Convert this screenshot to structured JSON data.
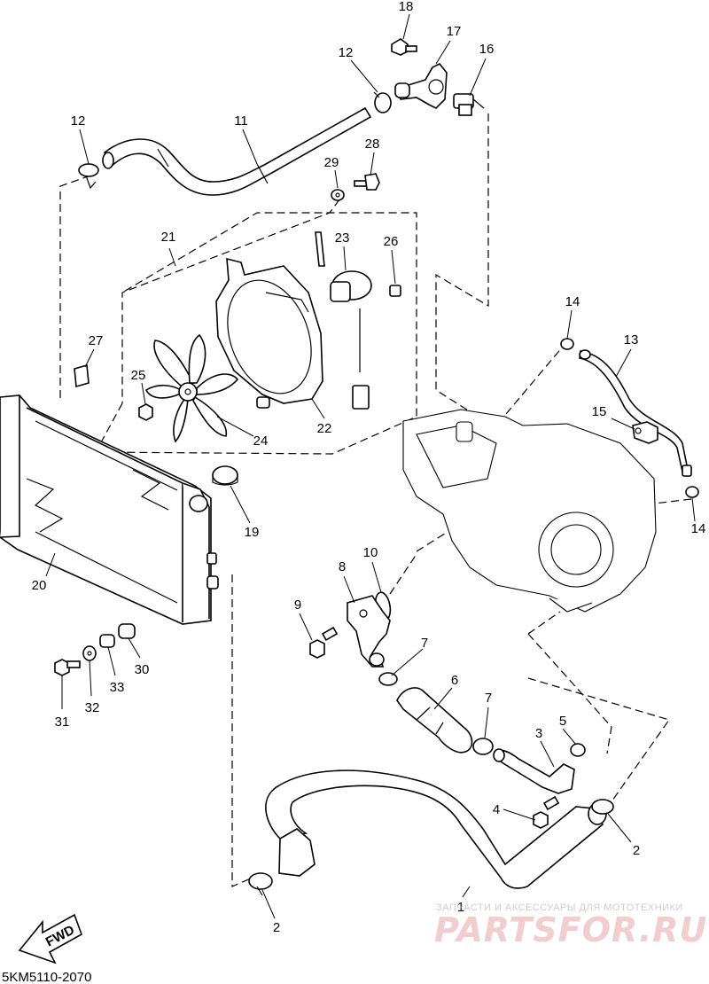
{
  "diagram": {
    "code": "5KM5110-2070",
    "fwd_label": "FWD",
    "watermark": {
      "tagline": "ЗАПЧАСТИ И АКСЕССУАРЫ ДЛЯ МОТОТЕХНИКИ",
      "logo": "PARTSFOR.RU"
    },
    "labels": [
      "18",
      "17",
      "16",
      "12",
      "12",
      "11",
      "28",
      "29",
      "21",
      "23",
      "26",
      "14",
      "13",
      "27",
      "25",
      "24",
      "22",
      "15",
      "19",
      "14",
      "20",
      "10",
      "8",
      "9",
      "7",
      "6",
      "7",
      "5",
      "3",
      "31",
      "32",
      "33",
      "30",
      "4",
      "2",
      "1",
      "2"
    ]
  }
}
